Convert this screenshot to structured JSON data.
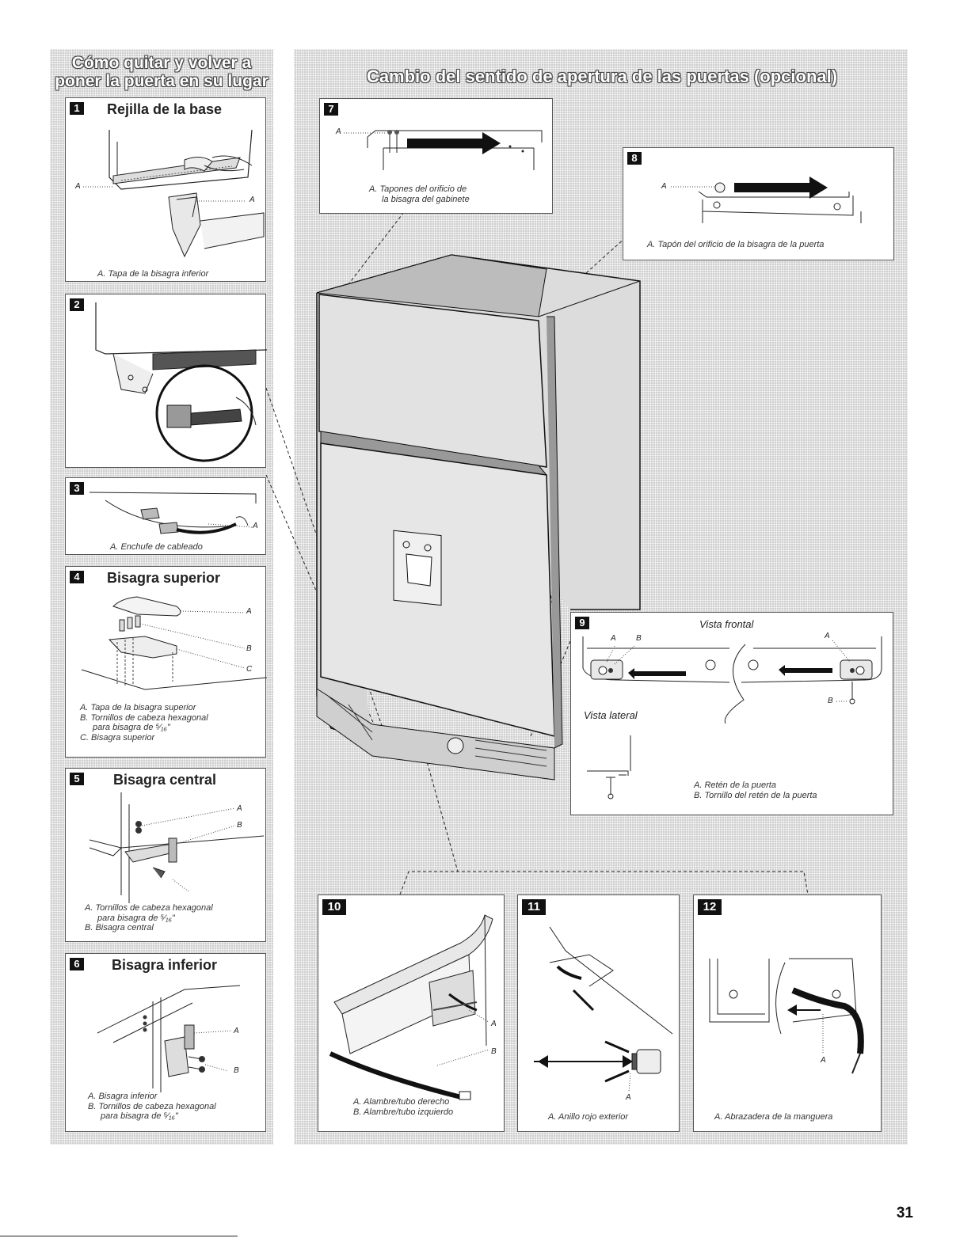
{
  "left_section": {
    "title_line1": "Cómo quitar y volver a",
    "title_line2": "poner la puerta en su lugar"
  },
  "right_section": {
    "title": "Cambio del sentido de apertura de las puertas (opcional)"
  },
  "steps": {
    "s1": {
      "num": "1",
      "title": "Rejilla de la base",
      "label_a": "A",
      "caption": [
        "A. Tapa de la bisagra inferior"
      ]
    },
    "s2": {
      "num": "2"
    },
    "s3": {
      "num": "3",
      "label_a": "A",
      "caption": [
        "A. Enchufe de cableado"
      ]
    },
    "s4": {
      "num": "4",
      "title": "Bisagra superior",
      "label_a": "A",
      "label_b": "B",
      "label_c": "C",
      "caption": [
        "A. Tapa de la bisagra superior",
        "B. Tornillos de cabeza hexagonal",
        "para bisagra de ⁵⁄₁₆\"",
        "C. Bisagra superior"
      ]
    },
    "s5": {
      "num": "5",
      "title": "Bisagra central",
      "label_a": "A",
      "label_b": "B",
      "caption": [
        "A. Tornillos de cabeza hexagonal",
        "para bisagra de ⁵⁄₁₆\"",
        "B. Bisagra central"
      ]
    },
    "s6": {
      "num": "6",
      "title": "Bisagra inferior",
      "label_a": "A",
      "label_b": "B",
      "caption": [
        "A. Bisagra inferior",
        "B. Tornillos de cabeza hexagonal",
        "para bisagra de ⁵⁄₁₆\""
      ]
    },
    "s7": {
      "num": "7",
      "label_a": "A",
      "caption": [
        "A. Tapones del orificio de",
        "la bisagra del gabinete"
      ]
    },
    "s8": {
      "num": "8",
      "label_a": "A",
      "caption": [
        "A. Tapón del orificio de la bisagra de la puerta"
      ]
    },
    "s9": {
      "num": "9",
      "front_view": "Vista frontal",
      "side_view": "Vista lateral",
      "label_a": "A",
      "label_b": "B",
      "caption": [
        "A. Retén de la puerta",
        "B. Tornillo del retén de la puerta"
      ]
    },
    "s10": {
      "num": "10",
      "label_a": "A",
      "label_b": "B",
      "caption": [
        "A. Alambre/tubo derecho",
        "B. Alambre/tubo izquierdo"
      ]
    },
    "s11": {
      "num": "11",
      "label_a": "A",
      "caption": [
        "A. Anillo rojo exterior"
      ]
    },
    "s12": {
      "num": "12",
      "label_a": "A",
      "caption": [
        "A. Abrazadera de la manguera"
      ]
    }
  },
  "page_number": "31"
}
